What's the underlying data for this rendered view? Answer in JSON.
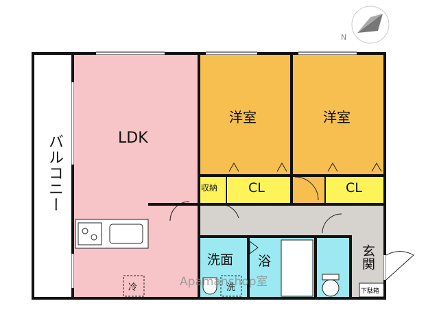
{
  "compass": {
    "north_label": "N"
  },
  "rooms": {
    "balcony": "バルコニー",
    "ldk": "LDK",
    "western_room_1": "洋室",
    "western_room_2": "洋室",
    "storage": "収納",
    "closet_1": "CL",
    "closet_2": "CL",
    "washroom": "洗面",
    "bath": "浴",
    "entrance": "玄関"
  },
  "fixtures": {
    "refrigerator": "冷",
    "washing_machine": "洗",
    "shoe_cabinet": "下駄箱"
  },
  "watermark": "Apamanshop室",
  "colors": {
    "ldk": "#f7c4c7",
    "western_rooms": "#f6bf4f",
    "closet": "#fff35a",
    "hallway": "#d6d3cf",
    "wet_area": "#9ce9f2",
    "wall": "#111111"
  }
}
